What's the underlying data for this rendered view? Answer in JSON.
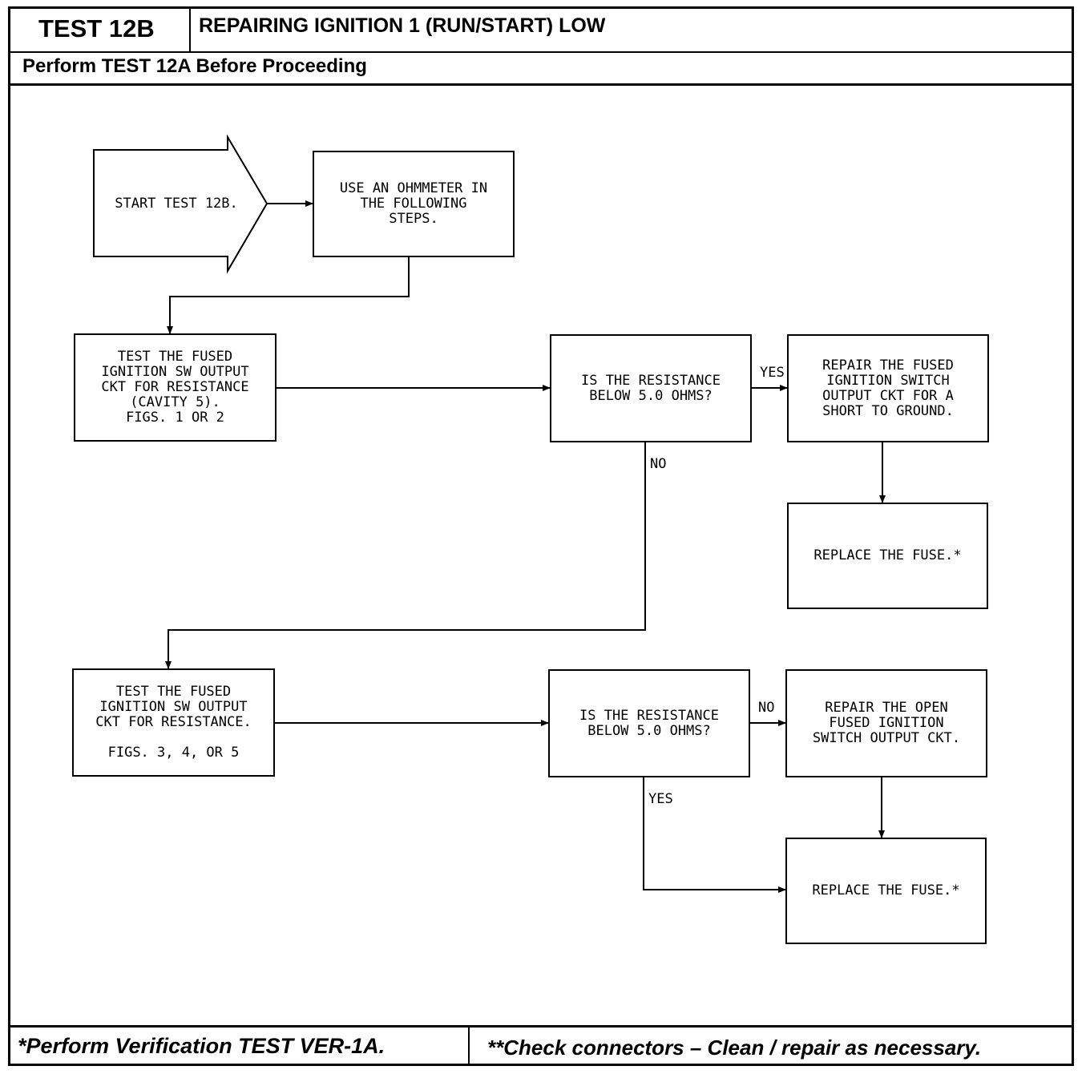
{
  "header": {
    "test_id": "TEST 12B",
    "title": "REPAIRING IGNITION 1 (RUN/START) LOW",
    "prerequisite": "Perform TEST 12A Before Proceeding"
  },
  "flowchart": {
    "nodes": {
      "start": "START TEST 12B.",
      "use_ohmmeter": "USE AN OHMMETER IN\nTHE FOLLOWING\nSTEPS.",
      "test_cavity5": "TEST THE FUSED\nIGNITION SW OUTPUT\nCKT FOR RESISTANCE\n(CAVITY 5).\nFIGS. 1 OR 2",
      "decision1": "IS THE RESISTANCE\nBELOW 5.0 OHMS?",
      "repair_short": "REPAIR THE FUSED\nIGNITION SWITCH\nOUTPUT CKT FOR A\nSHORT TO GROUND.",
      "replace_fuse1": "REPLACE THE FUSE.*",
      "test_figs345": "TEST THE FUSED\nIGNITION SW OUTPUT\nCKT FOR RESISTANCE.\n\nFIGS. 3, 4, OR 5",
      "decision2": "IS THE RESISTANCE\nBELOW 5.0 OHMS?",
      "repair_open": "REPAIR THE OPEN\nFUSED IGNITION\nSWITCH OUTPUT CKT.",
      "replace_fuse2": "REPLACE THE FUSE.*"
    },
    "edge_labels": {
      "d1_yes": "YES",
      "d1_no": "NO",
      "d2_no": "NO",
      "d2_yes": "YES"
    }
  },
  "footer": {
    "left": "*Perform Verification TEST VER-1A.",
    "right": "**Check connectors – Clean / repair as necessary."
  }
}
